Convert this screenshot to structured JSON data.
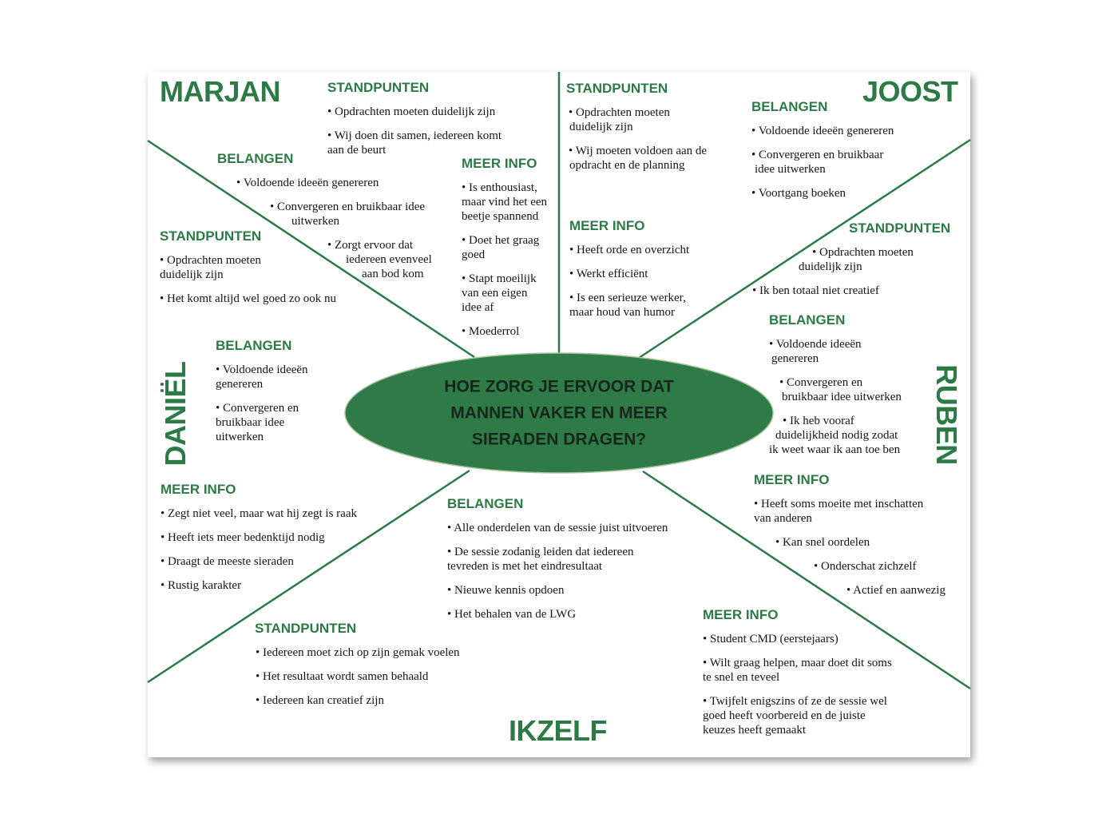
{
  "question": [
    "HOE ZORG JE ERVOOR DAT",
    "MANNEN VAKER EN MEER",
    "SIERADEN DRAGEN?"
  ],
  "colors": {
    "accent": "#2c7a46",
    "ellipse": "#2e7b48",
    "text": "#151515"
  },
  "stakeholders": {
    "marjan": {
      "name": "MARJAN",
      "standpunten": {
        "heading": "STANDPUNTEN",
        "items": [
          [
            "• Opdrachten moeten duidelijk zijn"
          ],
          [
            "• Wij doen dit samen, iedereen komt",
            "aan de beurt"
          ]
        ]
      },
      "belangen": {
        "heading": "BELANGEN",
        "items": [
          [
            "• Voldoende ideeën genereren"
          ],
          [
            "• Convergeren en bruikbaar idee",
            "uitwerken"
          ],
          [
            "• Zorgt ervoor dat",
            "iedereen evenveel",
            "aan bod kom"
          ]
        ]
      },
      "meer_info": {
        "heading": "MEER INFO",
        "items": [
          [
            "• Is enthousiast,",
            "maar vind het een",
            "beetje spannend"
          ],
          [
            "• Doet het graag",
            "goed"
          ],
          [
            "• Stapt moeilijk",
            "van een eigen",
            "idee af"
          ],
          [
            "• Moederrol"
          ]
        ]
      }
    },
    "joost": {
      "name": "JOOST",
      "standpunten": {
        "heading": "STANDPUNTEN",
        "items": [
          [
            "• Opdrachten moeten",
            "duidelijk zijn"
          ],
          [
            "• Wij moeten voldoen aan de",
            "opdracht en de planning"
          ]
        ]
      },
      "belangen": {
        "heading": "BELANGEN",
        "items": [
          [
            "• Voldoende ideeën genereren"
          ],
          [
            "• Convergeren en bruikbaar",
            "idee uitwerken"
          ],
          [
            "• Voortgang boeken"
          ]
        ]
      },
      "meer_info": {
        "heading": "MEER INFO",
        "items": [
          [
            "• Heeft orde en overzicht"
          ],
          [
            "• Werkt efficiënt"
          ],
          [
            "• Is een serieuze werker,",
            "maar houd van humor"
          ]
        ]
      }
    },
    "ruben": {
      "name": "RUBEN",
      "standpunten": {
        "heading": "STANDPUNTEN",
        "items": [
          [
            "• Opdrachten moeten",
            "duidelijk zijn"
          ],
          [
            "• Ik ben totaal niet creatief"
          ]
        ]
      },
      "belangen": {
        "heading": "BELANGEN",
        "items": [
          [
            "• Voldoende ideeën",
            "genereren"
          ],
          [
            "• Convergeren en",
            "bruikbaar idee uitwerken"
          ],
          [
            "• Ik heb vooraf",
            "duidelijkheid nodig zodat",
            "ik weet waar ik aan toe ben"
          ]
        ]
      },
      "meer_info": {
        "heading": "MEER INFO",
        "items": [
          [
            "• Heeft soms moeite met inschatten",
            "van anderen"
          ],
          [
            "• Kan snel oordelen"
          ],
          [
            "• Onderschat zichzelf"
          ],
          [
            "• Actief en aanwezig"
          ]
        ]
      }
    },
    "daniel": {
      "name": "DANIËL",
      "standpunten": {
        "heading": "STANDPUNTEN",
        "items": [
          [
            "• Opdrachten moeten",
            "duidelijk zijn"
          ],
          [
            "• Het komt altijd wel goed zo ook nu"
          ]
        ]
      },
      "belangen": {
        "heading": "BELANGEN",
        "items": [
          [
            "• Voldoende ideeën",
            "genereren"
          ],
          [
            "• Convergeren en",
            "bruikbaar idee",
            "uitwerken"
          ]
        ]
      },
      "meer_info": {
        "heading": "MEER INFO",
        "items": [
          [
            "• Zegt niet veel, maar wat hij zegt is raak"
          ],
          [
            "• Heeft iets meer bedenktijd nodig"
          ],
          [
            "• Draagt de meeste sieraden"
          ],
          [
            "• Rustig karakter"
          ]
        ]
      }
    },
    "ikzelf": {
      "name": "IKZELF",
      "belangen": {
        "heading": "BELANGEN",
        "items": [
          [
            "• Alle onderdelen van de sessie juist uitvoeren"
          ],
          [
            "• De sessie zodanig leiden dat iedereen",
            "tevreden is met het eindresultaat"
          ],
          [
            "• Nieuwe kennis opdoen"
          ],
          [
            "• Het behalen van de LWG"
          ]
        ]
      },
      "standpunten": {
        "heading": "STANDPUNTEN",
        "items": [
          [
            "• Iedereen moet zich op zijn gemak voelen"
          ],
          [
            "• Het resultaat wordt samen behaald"
          ],
          [
            "• Iedereen kan creatief zijn"
          ]
        ]
      },
      "meer_info": {
        "heading": "MEER INFO",
        "items": [
          [
            "• Student CMD (eerstejaars)"
          ],
          [
            "• Wilt graag helpen, maar doet dit soms",
            "te snel en teveel"
          ],
          [
            "• Twijfelt enigszins of ze de sessie wel",
            "goed heeft voorbereid en de juiste",
            "keuzes heeft gemaakt"
          ]
        ]
      }
    }
  }
}
